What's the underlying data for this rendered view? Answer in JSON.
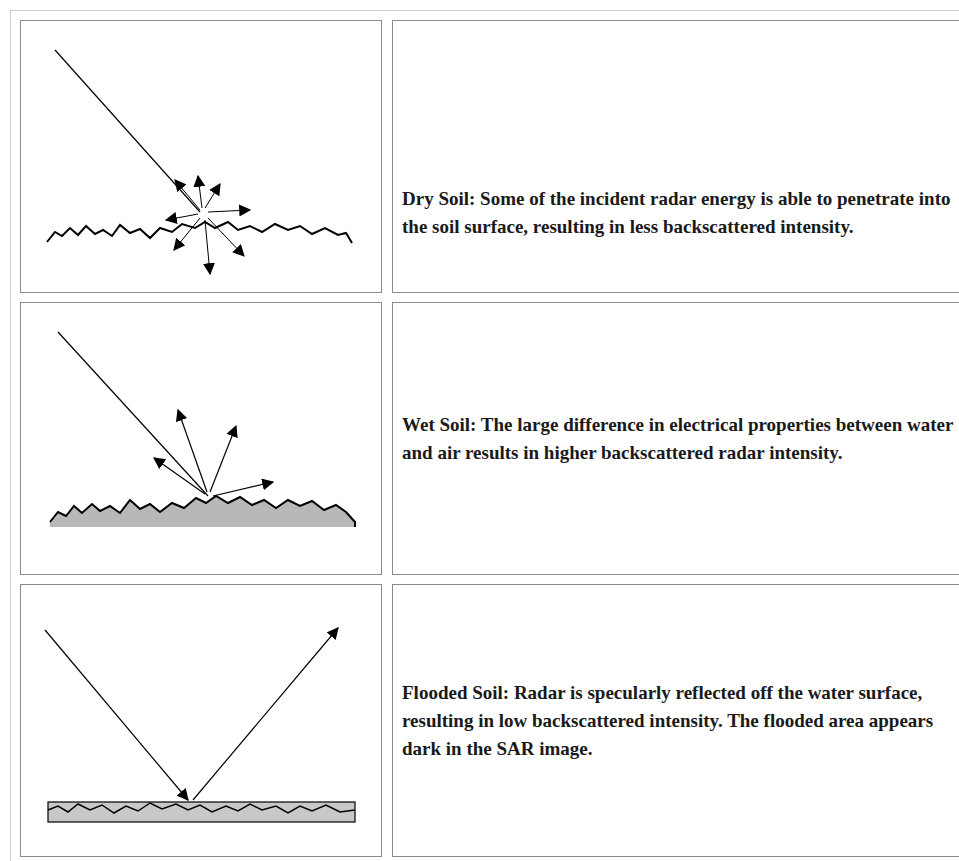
{
  "diagram": {
    "nodes": [
      {
        "text": [
          "Dry Soil: Some of the incident radar energy is able to penetrate into the soil surface, resulting in less backscattered intensity."
        ]
      },
      {
        "text": [
          "Wet Soil: The large difference in electrical properties between water and air results in higher backscattered radar intensity."
        ]
      },
      {
        "text": [
          "Flooded Soil: Radar is specularly reflected off the water surface, resulting in low backscattered intensity. The flooded area appears dark in the SAR image."
        ]
      }
    ]
  }
}
